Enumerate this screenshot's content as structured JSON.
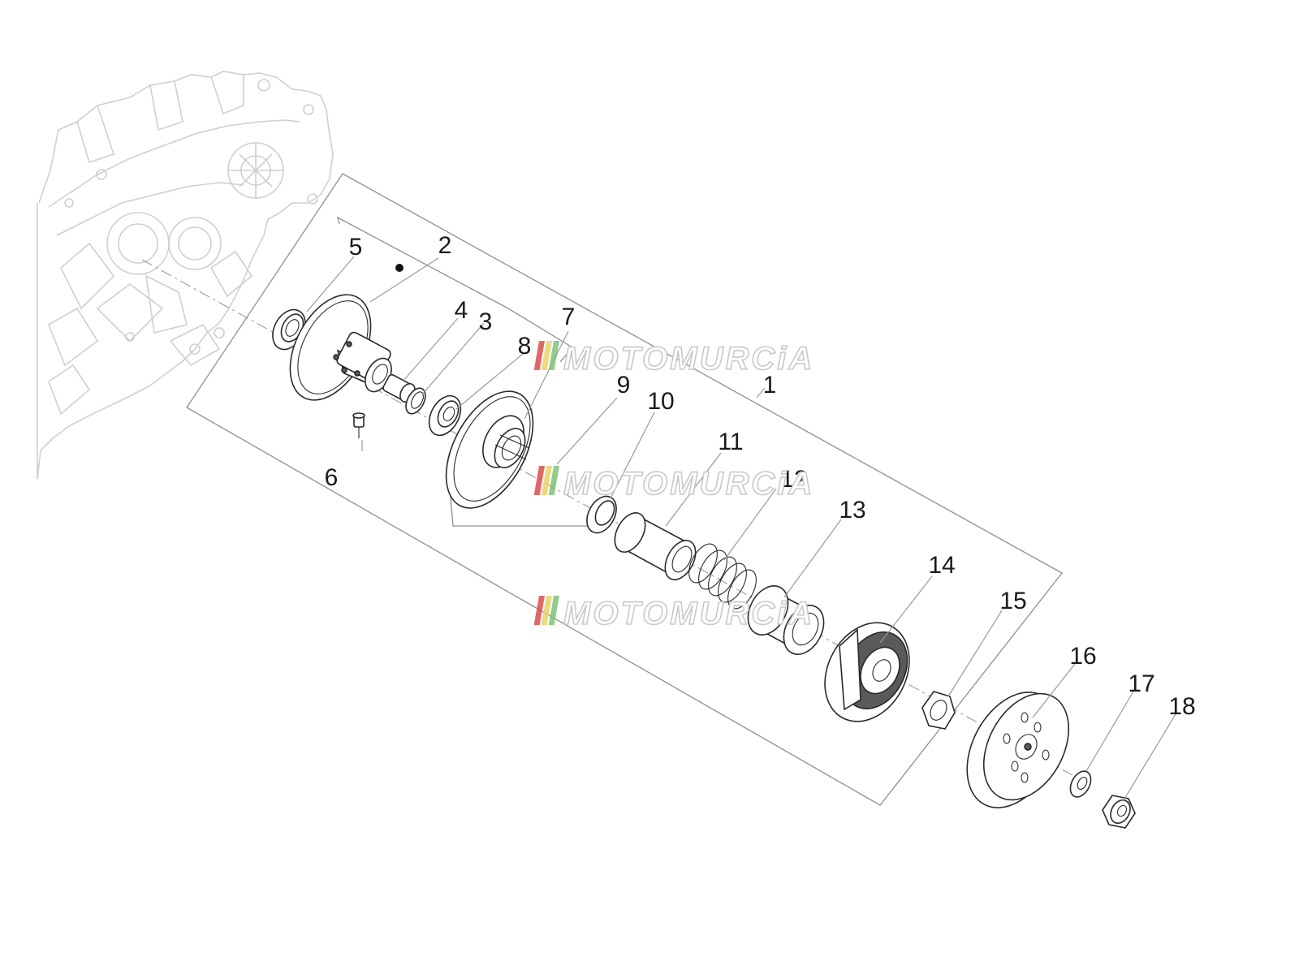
{
  "diagram": {
    "callouts": [
      {
        "id": "1",
        "label": "1"
      },
      {
        "id": "2",
        "label": "2"
      },
      {
        "id": "3",
        "label": "3"
      },
      {
        "id": "4",
        "label": "4"
      },
      {
        "id": "5",
        "label": "5"
      },
      {
        "id": "6",
        "label": "6"
      },
      {
        "id": "7",
        "label": "7"
      },
      {
        "id": "8",
        "label": "8"
      },
      {
        "id": "9",
        "label": "9"
      },
      {
        "id": "10",
        "label": "10"
      },
      {
        "id": "11",
        "label": "11"
      },
      {
        "id": "12",
        "label": "12"
      },
      {
        "id": "13",
        "label": "13"
      },
      {
        "id": "14",
        "label": "14"
      },
      {
        "id": "15",
        "label": "15"
      },
      {
        "id": "16",
        "label": "16"
      },
      {
        "id": "17",
        "label": "17"
      },
      {
        "id": "18",
        "label": "18"
      }
    ],
    "watermark": {
      "text": "MOTOMURCiA",
      "stripe_colors": [
        "#d94c4c",
        "#e9d36a",
        "#7fc27a"
      ]
    }
  }
}
